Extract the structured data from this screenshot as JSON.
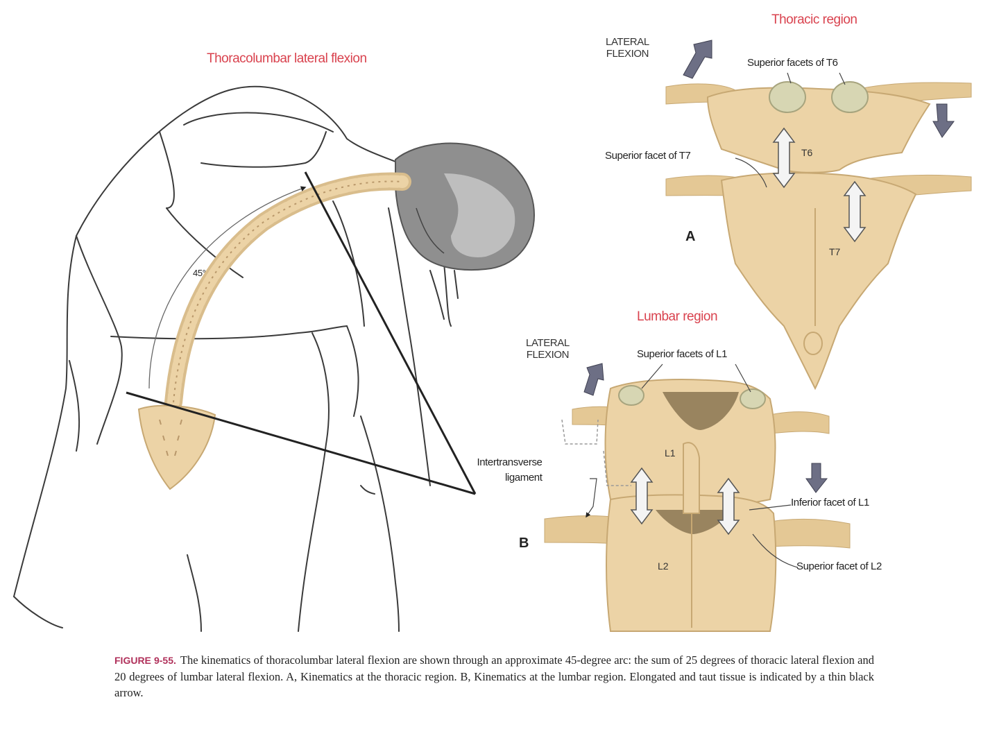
{
  "titles": {
    "main": "Thoracolumbar lateral flexion",
    "thoracic": "Thoracic region",
    "lumbar": "Lumbar region"
  },
  "angle_label": "45°",
  "thoracic_panel": {
    "letter": "A",
    "lateral_flexion": [
      "LATERAL",
      "FLEXION"
    ],
    "labels": {
      "sup_facets_t6": "Superior facets of T6",
      "sup_facet_t7": "Superior facet of T7",
      "t6": "T6",
      "t7": "T7"
    }
  },
  "lumbar_panel": {
    "letter": "B",
    "lateral_flexion": [
      "LATERAL",
      "FLEXION"
    ],
    "labels": {
      "sup_facets_l1": "Superior facets of L1",
      "intertransverse": [
        "Intertransverse",
        "ligament"
      ],
      "inf_facet_l1": "Inferior facet of L1",
      "sup_facet_l2": "Superior facet of L2",
      "l1": "L1",
      "l2": "L2"
    }
  },
  "caption": {
    "figure": "FIGURE 9-55.",
    "text": "The kinematics of thoracolumbar lateral flexion are shown through an approximate 45-degree arc: the sum of 25 degrees of thoracic lateral flexion and 20 degrees of lumbar lateral flexion. A, Kinematics at the thoracic region. B, Kinematics at the lumbar region. Elongated and taut tissue is indicated by a thin black arrow."
  },
  "colors": {
    "bone": "#ecd3a6",
    "bone_edge": "#c7a873",
    "head": "#8f8f8f",
    "arrow": "#6d6f85",
    "title_red": "#d9424e",
    "outline": "#3a3a3a"
  }
}
